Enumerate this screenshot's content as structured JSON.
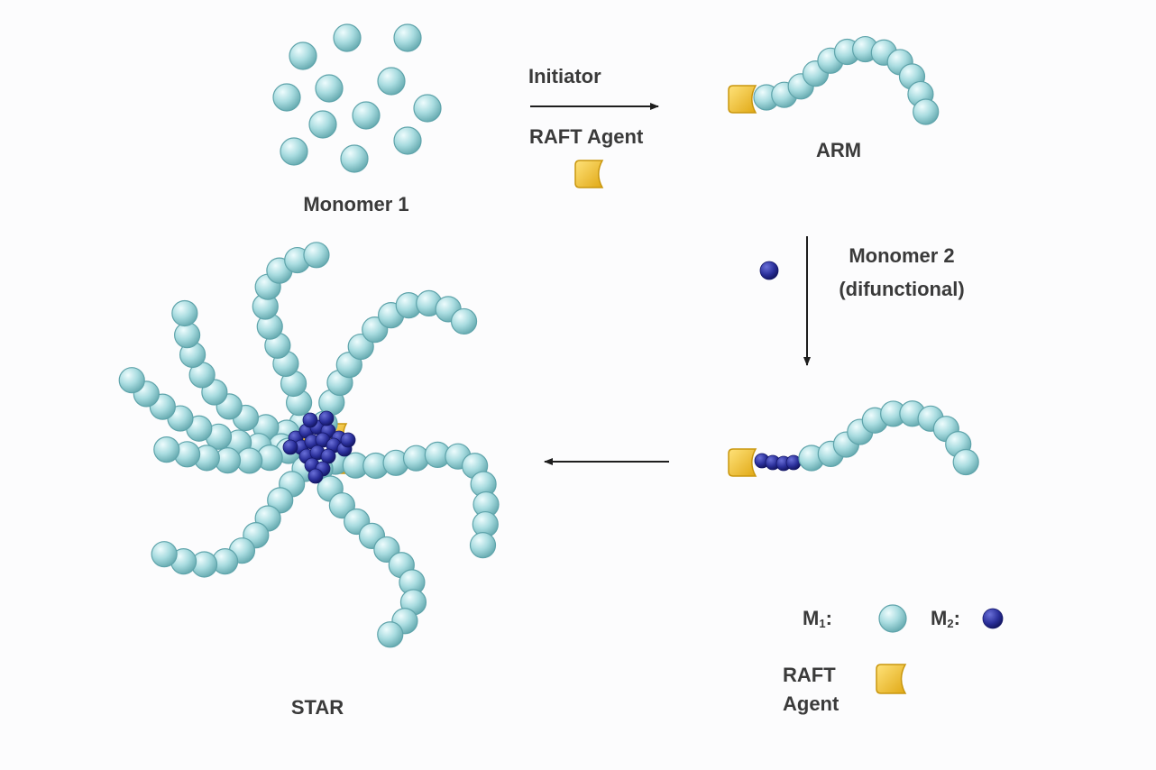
{
  "labels": {
    "monomer1": "Monomer 1",
    "initiator": "Initiator",
    "raft_agent": "RAFT Agent",
    "arm": "ARM",
    "monomer2_line1": "Monomer 2",
    "monomer2_line2": "(difunctional)",
    "star": "STAR"
  },
  "legend": {
    "m1_main": "M",
    "m1_sub": "1",
    "m1_suffix": ":",
    "m2_main": "M",
    "m2_sub": "2",
    "m2_suffix": ":",
    "raft_line1": "RAFT",
    "raft_line2": "Agent"
  },
  "colors": {
    "monomer1": "#8fcfd4",
    "monomer1_edge": "#5fa4ab",
    "monomer2": "#2a2f9a",
    "monomer2_edge": "#15186a",
    "raft_agent": "#f2c12e",
    "raft_agent_edge": "#c9970f",
    "arrow": "#1e1e1e",
    "text": "#3a3a3a"
  },
  "icons": [
    "arrow-right-icon",
    "arrow-down-icon",
    "arrow-left-icon",
    "raft-agent-icon",
    "monomer1-bead-icon",
    "monomer2-bead-icon"
  ]
}
